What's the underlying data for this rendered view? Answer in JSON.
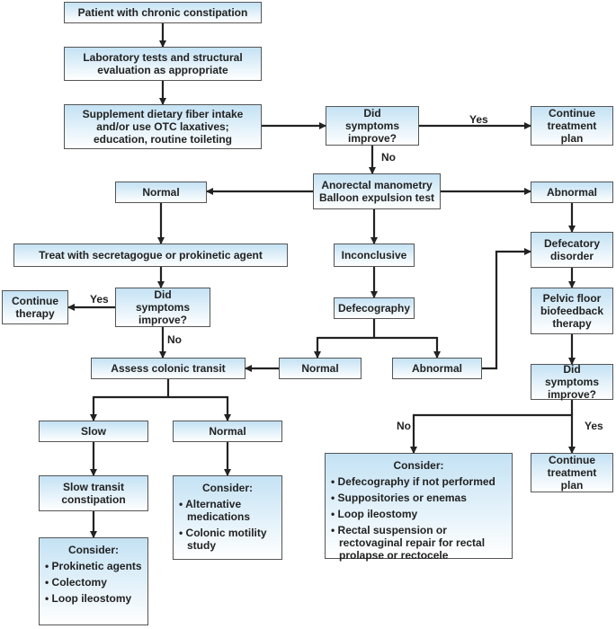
{
  "nodes": {
    "patient": "Patient with chronic constipation",
    "lab": "Laboratory tests and structural evaluation as appropriate",
    "supplement": "Supplement dietary fiber intake and/or use OTC laxatives; education, routine toileting",
    "improve1": "Did symptoms improve?",
    "continue1": "Continue treatment plan",
    "manometry": "Anorectal manometry Balloon expulsion test",
    "normal1": "Normal",
    "abnormal1": "Abnormal",
    "treat": "Treat with secretagogue or prokinetic agent",
    "inconclusive": "Inconclusive",
    "defecatory": "Defecatory disorder",
    "improve2": "Did symptoms improve?",
    "continue_therapy": "Continue therapy",
    "defecography": "Defecography",
    "biofeedback": "Pelvic floor biofeedback therapy",
    "assess": "Assess colonic transit",
    "normal2": "Normal",
    "abnormal2": "Abnormal",
    "improve3": "Did symptoms improve?",
    "slow": "Slow",
    "normal3": "Normal",
    "slow_transit": "Slow transit constipation",
    "continue2": "Continue treatment plan"
  },
  "consider_normal": {
    "title": "Consider:",
    "items": [
      "• Alternative medications",
      "• Colonic motility study"
    ]
  },
  "consider_defecatory": {
    "title": "Consider:",
    "items": [
      "• Defecography if not performed",
      "• Suppositories or enemas",
      "• Loop ileostomy",
      "• Rectal suspension or rectovaginal repair for rectal prolapse or rectocele"
    ]
  },
  "consider_slow": {
    "title": "Consider:",
    "items": [
      "• Prokinetic agents",
      "• Colectomy",
      "• Loop ileostomy"
    ]
  },
  "edge_labels": {
    "yes1": "Yes",
    "no1": "No",
    "yes2": "Yes",
    "no2": "No",
    "no3": "No",
    "yes3": "Yes"
  },
  "colors": {
    "box_top": "#c4e2f4",
    "box_bottom": "#ffffff",
    "border": "#555555",
    "line": "#222222"
  }
}
